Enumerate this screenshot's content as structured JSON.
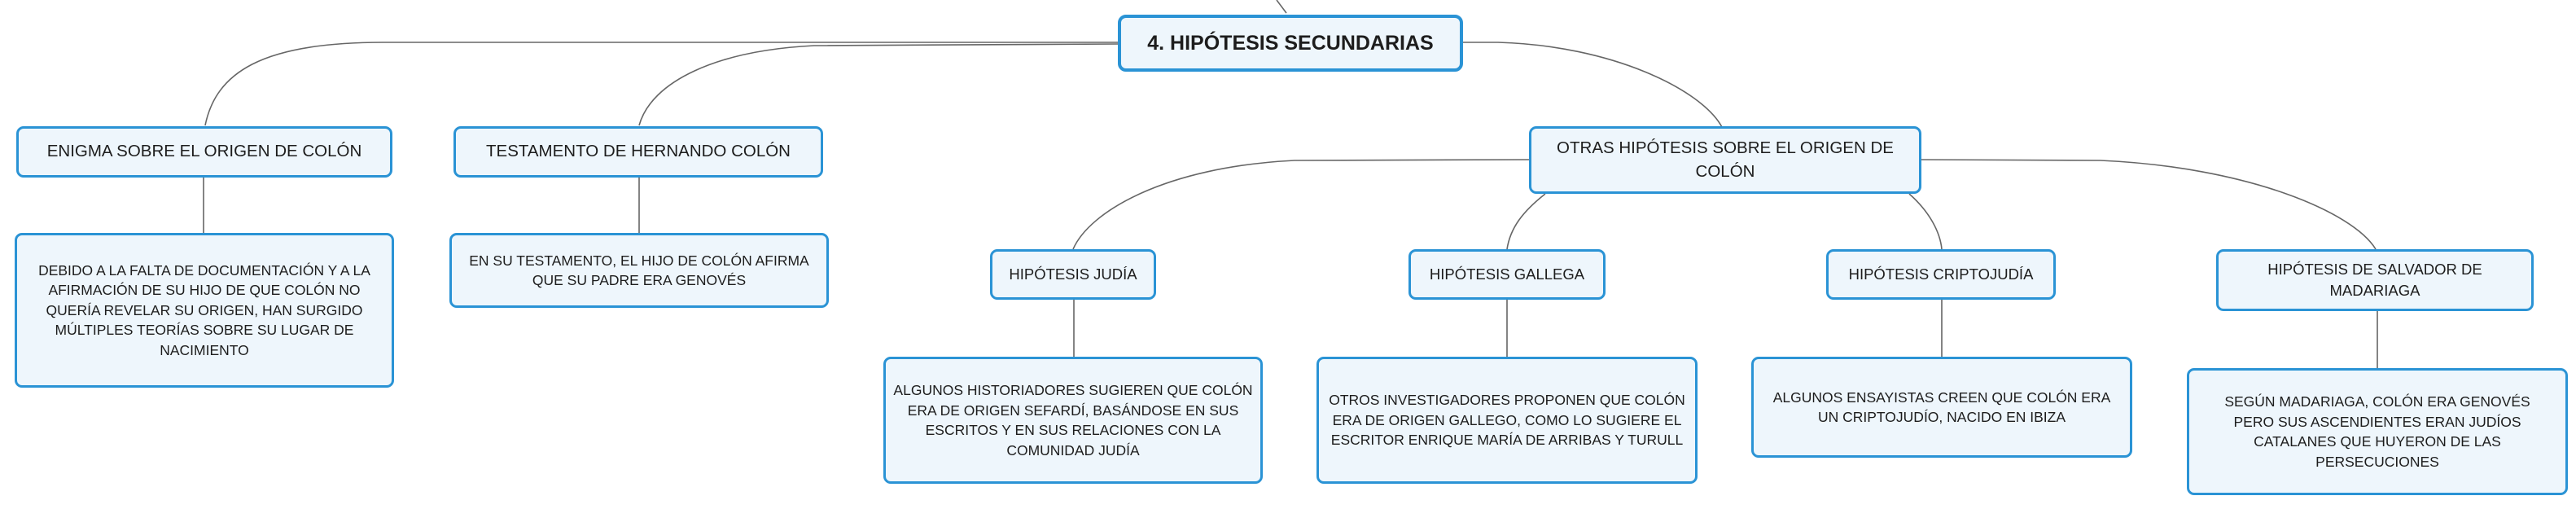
{
  "root": {
    "label": "4. HIPÓTESIS SECUNDARIAS"
  },
  "enigma": {
    "label": "ENIGMA SOBRE EL ORIGEN DE COLÓN",
    "detail": "DEBIDO A LA FALTA DE DOCUMENTACIÓN Y A LA AFIRMACIÓN DE SU HIJO DE QUE COLÓN NO QUERÍA REVELAR SU ORIGEN, HAN SURGIDO MÚLTIPLES TEORÍAS SOBRE SU LUGAR DE NACIMIENTO"
  },
  "testamento": {
    "label": "TESTAMENTO DE HERNANDO COLÓN",
    "detail": "EN SU TESTAMENTO, EL HIJO DE COLÓN AFIRMA QUE SU PADRE ERA GENOVÉS"
  },
  "otras": {
    "label": "OTRAS HIPÓTESIS SOBRE EL ORIGEN DE COLÓN",
    "judia": {
      "label": "HIPÓTESIS JUDÍA",
      "detail": "ALGUNOS HISTORIADORES SUGIEREN QUE COLÓN ERA DE ORIGEN SEFARDÍ, BASÁNDOSE EN SUS ESCRITOS Y EN SUS RELACIONES CON LA COMUNIDAD JUDÍA"
    },
    "gallega": {
      "label": "HIPÓTESIS GALLEGA",
      "detail": "OTROS INVESTIGADORES PROPONEN QUE COLÓN ERA DE ORIGEN GALLEGO, COMO LO SUGIERE EL ESCRITOR ENRIQUE MARÍA DE ARRIBAS Y TURULL"
    },
    "criptojudia": {
      "label": "HIPÓTESIS CRIPTOJUDÍA",
      "detail": "ALGUNOS ENSAYISTAS CREEN QUE COLÓN ERA UN CRIPTOJUDÍO, NACIDO EN IBIZA"
    },
    "madariaga": {
      "label": "HIPÓTESIS DE SALVADOR DE MADARIAGA",
      "detail": "SEGÚN MADARIAGA, COLÓN ERA GENOVÉS PERO SUS ASCENDIENTES ERAN JUDÍOS CATALANES QUE HUYERON DE LAS PERSECUCIONES"
    }
  }
}
